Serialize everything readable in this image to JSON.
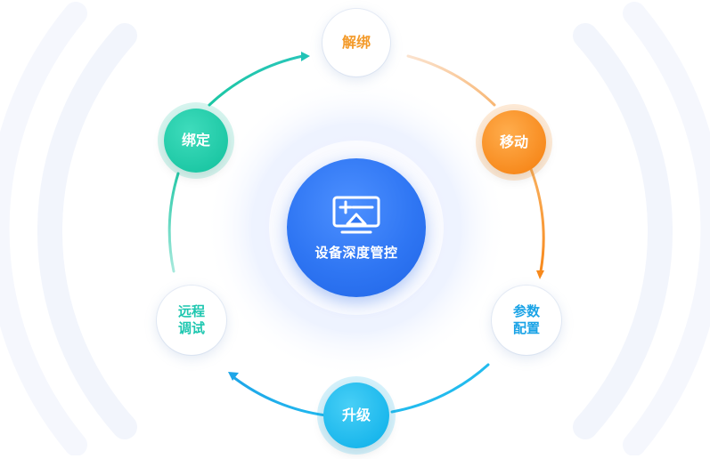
{
  "center": {
    "label": "设备深度管控",
    "icon": "monitor-arrow-icon"
  },
  "nodes": [
    {
      "id": "unbind",
      "lines": [
        "解绑"
      ],
      "color": "#f39a2a",
      "style": "white"
    },
    {
      "id": "move",
      "lines": [
        "移动"
      ],
      "color": "#f7891c",
      "style": "orange"
    },
    {
      "id": "params",
      "lines": [
        "参数",
        "配置"
      ],
      "color": "#1aa3e6",
      "style": "white"
    },
    {
      "id": "upgrade",
      "lines": [
        "升级"
      ],
      "color": "#18b6ec",
      "style": "cyan"
    },
    {
      "id": "remote",
      "lines": [
        "远程",
        "调试"
      ],
      "color": "#1ec7b0",
      "style": "white"
    },
    {
      "id": "bind",
      "lines": [
        "绑定"
      ],
      "color": "#1cc7a4",
      "style": "teal"
    }
  ],
  "colors": {
    "core": "#2f76f3",
    "orange": "#f7891c",
    "teal": "#1cc7a4",
    "cyan": "#18b6ec",
    "ring": "#e9efff"
  }
}
